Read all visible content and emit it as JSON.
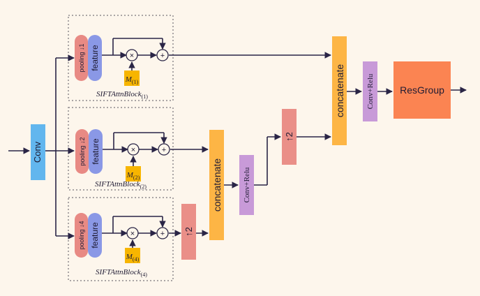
{
  "colors": {
    "background": "#fdf6ec",
    "conv": "#62b6ee",
    "pooling": "#e88a84",
    "feature": "#8a98e6",
    "attention_map": "#f7b500",
    "upsample": "#ea8f88",
    "concatenate": "#fdb545",
    "conv_relu": "#c89ad8",
    "resgroup": "#fb8452",
    "arrow": "#2a2546",
    "dashed_border": "#8f8a8d"
  },
  "input": {
    "label": "Conv"
  },
  "blocks": [
    {
      "pooling": "pooling ↓1",
      "feature": "feature",
      "multiply": "×",
      "add": "+",
      "map_symbol": "M",
      "map_index": "(1)",
      "caption": "SIFTAttnBlock",
      "caption_index": "(1)"
    },
    {
      "pooling": "pooling ↓2",
      "feature": "feature",
      "multiply": "×",
      "add": "+",
      "map_symbol": "M",
      "map_index": "(2)",
      "caption": "SIFTAttnBlock",
      "caption_index": "(2)"
    },
    {
      "pooling": "pooling ↓4",
      "feature": "feature",
      "multiply": "×",
      "add": "+",
      "map_symbol": "M",
      "map_index": "(4)",
      "caption": "SIFTAttnBlock",
      "caption_index": "(4)"
    }
  ],
  "upsample_bottom": {
    "label": "↑2"
  },
  "concat_lower": {
    "label": "concatenate"
  },
  "conv_relu_lower": {
    "label": "Conv+Relu"
  },
  "upsample_mid": {
    "label": "↑2"
  },
  "concat_upper": {
    "label": "concatenate"
  },
  "conv_relu_upper": {
    "label": "Conv+Relu"
  },
  "resgroup": {
    "label": "ResGroup"
  }
}
